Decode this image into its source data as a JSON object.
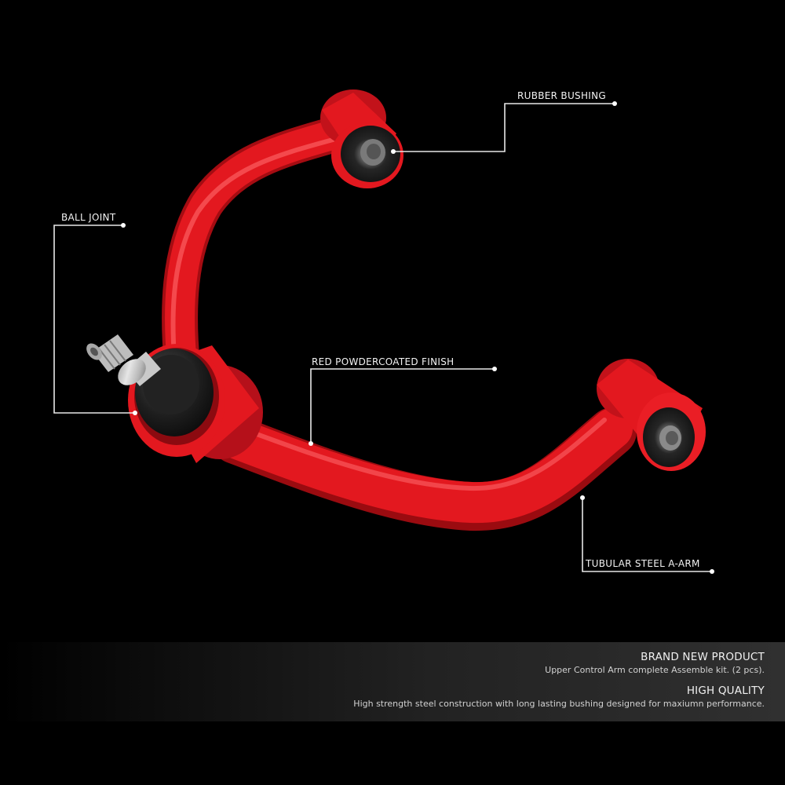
{
  "callouts": [
    {
      "id": "rubber-bushing",
      "label": "RUBBER BUSHING"
    },
    {
      "id": "ball-joint",
      "label": "BALL JOINT"
    },
    {
      "id": "red-powdercoated-finish",
      "label": "RED POWDERCOATED FINISH"
    },
    {
      "id": "tubular-steel-a-arm",
      "label": "TUBULAR STEEL A-ARM"
    }
  ],
  "banner": {
    "items": [
      {
        "heading": "BRAND NEW PRODUCT",
        "description": "Upper Control Arm complete Assemble kit. (2 pcs)."
      },
      {
        "heading": "HIGH QUALITY",
        "description": "High strength steel construction with long lasting bushing designed for maxiumn performance."
      }
    ]
  },
  "colors": {
    "background": "#000000",
    "arm_red": "#e3181f",
    "arm_red_dark": "#a80d12",
    "arm_red_highlight": "#ff5a5e",
    "bushing_rubber": "#2a2a2a",
    "bushing_sleeve": "#6e6e6e",
    "callout_line": "#e8e8e8",
    "text": "#f2f2f2"
  }
}
